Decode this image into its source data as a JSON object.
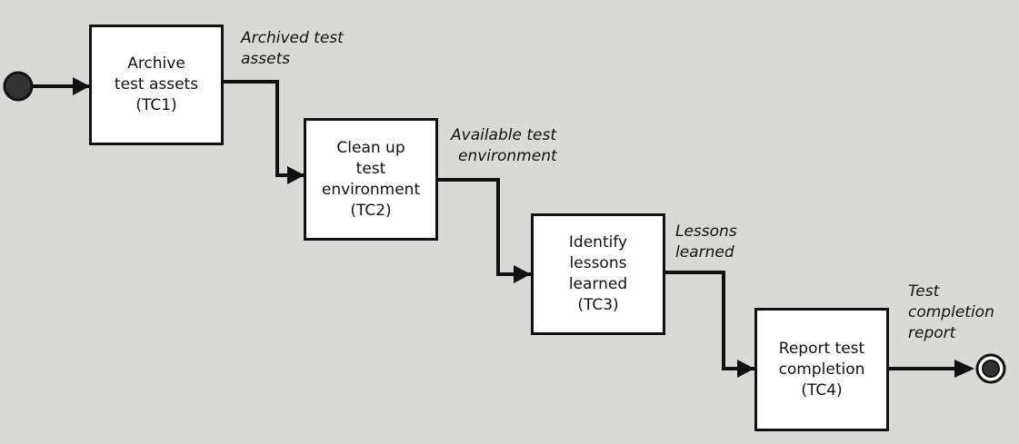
{
  "diagram": {
    "activities": [
      {
        "id": "tc1",
        "lines": [
          "Archive",
          "test assets",
          "(TC1)"
        ]
      },
      {
        "id": "tc2",
        "lines": [
          "Clean up",
          "test",
          "environment",
          "(TC2)"
        ]
      },
      {
        "id": "tc3",
        "lines": [
          "Identify",
          "lessons",
          "learned",
          "(TC3)"
        ]
      },
      {
        "id": "tc4",
        "lines": [
          "Report test",
          "completion",
          "(TC4)"
        ]
      }
    ],
    "artifacts": [
      {
        "id": "archived",
        "lines": [
          "Archived test",
          "assets"
        ]
      },
      {
        "id": "available",
        "lines": [
          "Available test",
          "environment"
        ]
      },
      {
        "id": "lessons",
        "lines": [
          "Lessons",
          "learned"
        ]
      },
      {
        "id": "report",
        "lines": [
          "Test",
          "completion",
          "report"
        ]
      }
    ],
    "colors": {
      "background": "#d9d9d7",
      "box_fill": "#ffffff",
      "stroke": "#111111",
      "start_node": "#333333"
    }
  }
}
